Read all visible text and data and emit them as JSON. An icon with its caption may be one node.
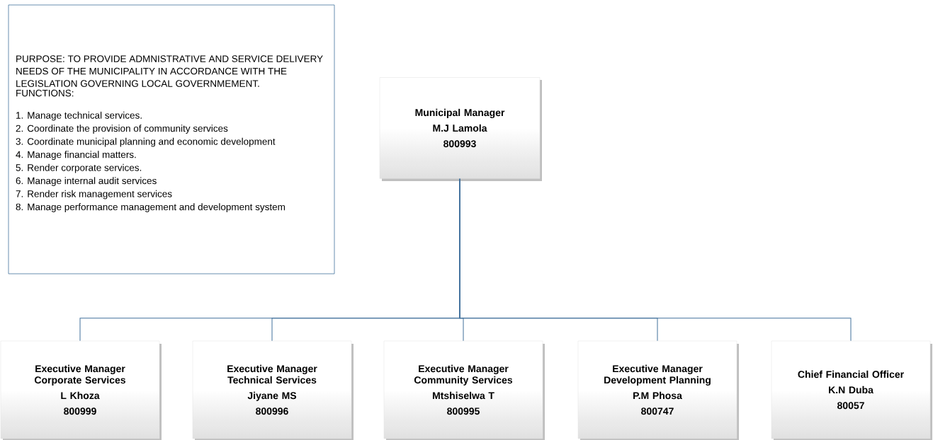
{
  "diagram": {
    "nodes": [
      {
        "text": [
          "PURPOSE: TO PROVIDE ADMNISTRATIVE AND SERVICE DELIVERY NEEDS OF THE MUNICIPALITY IN ACCORDANCE WITH THE LEGISLATION GOVERNING LOCAL GOVERNMEMENT.",
          "FUNCTIONS:",
          "1. Manage technical services.",
          "2. Coordinate the provision of community services",
          "3. Coordinate municipal planning and economic development",
          "4. Manage financial matters.",
          "5. Render corporate services.",
          "6. Manage internal audit services",
          "7. Render risk management services",
          "8. Manage performance management and development system"
        ]
      },
      {
        "text": [
          "Municipal Manager",
          "M.J Lamola",
          "800993"
        ]
      },
      {
        "text": [
          "Executive Manager Corporate Services",
          "L Khoza",
          "800999"
        ]
      },
      {
        "text": [
          "Executive Manager Technical Services",
          "Jiyane MS",
          "800996"
        ]
      },
      {
        "text": [
          "Executive Manager Community Services",
          "Mtshiselwa T",
          "800995"
        ]
      },
      {
        "text": [
          "Executive Manager Development Planning",
          "P.M Phosa",
          "800747"
        ]
      },
      {
        "text": [
          "Chief Financial Officer",
          "K.N Duba",
          "80057"
        ]
      }
    ],
    "edges": [
      {
        "from": 1,
        "to": 2,
        "arrow": "none"
      },
      {
        "from": 1,
        "to": 3,
        "arrow": "none"
      },
      {
        "from": 1,
        "to": 4,
        "arrow": "none"
      },
      {
        "from": 1,
        "to": 5,
        "arrow": "none"
      },
      {
        "from": 1,
        "to": 6,
        "arrow": "none"
      }
    ]
  }
}
